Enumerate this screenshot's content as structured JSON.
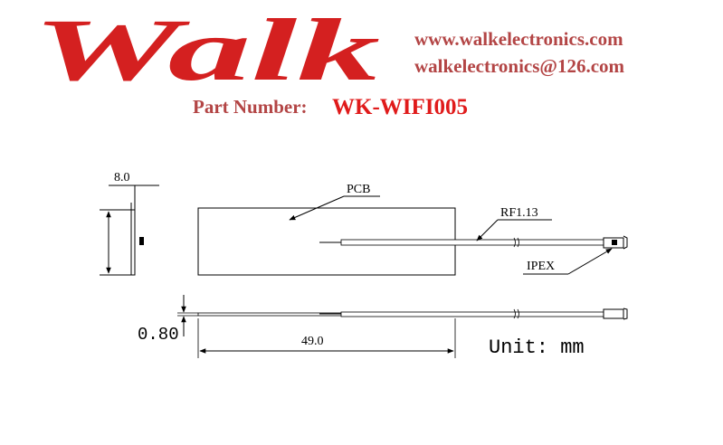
{
  "brand": {
    "logo_text": "Walk",
    "logo_color": "#d42020"
  },
  "contact": {
    "website": "www.walkelectronics.com",
    "email": "walkelectronics@126.com",
    "color": "#b34545"
  },
  "part": {
    "label": "Part Number:",
    "value": "WK-WIFI005",
    "value_color": "#e01b1b"
  },
  "drawing": {
    "side_width_label": "8.0",
    "pcb_label": "PCB",
    "cable_label": "RF1.13",
    "connector_label": "IPEX",
    "thickness_label": "0.80",
    "length_label": "49.0",
    "unit_label": "Unit: mm"
  }
}
